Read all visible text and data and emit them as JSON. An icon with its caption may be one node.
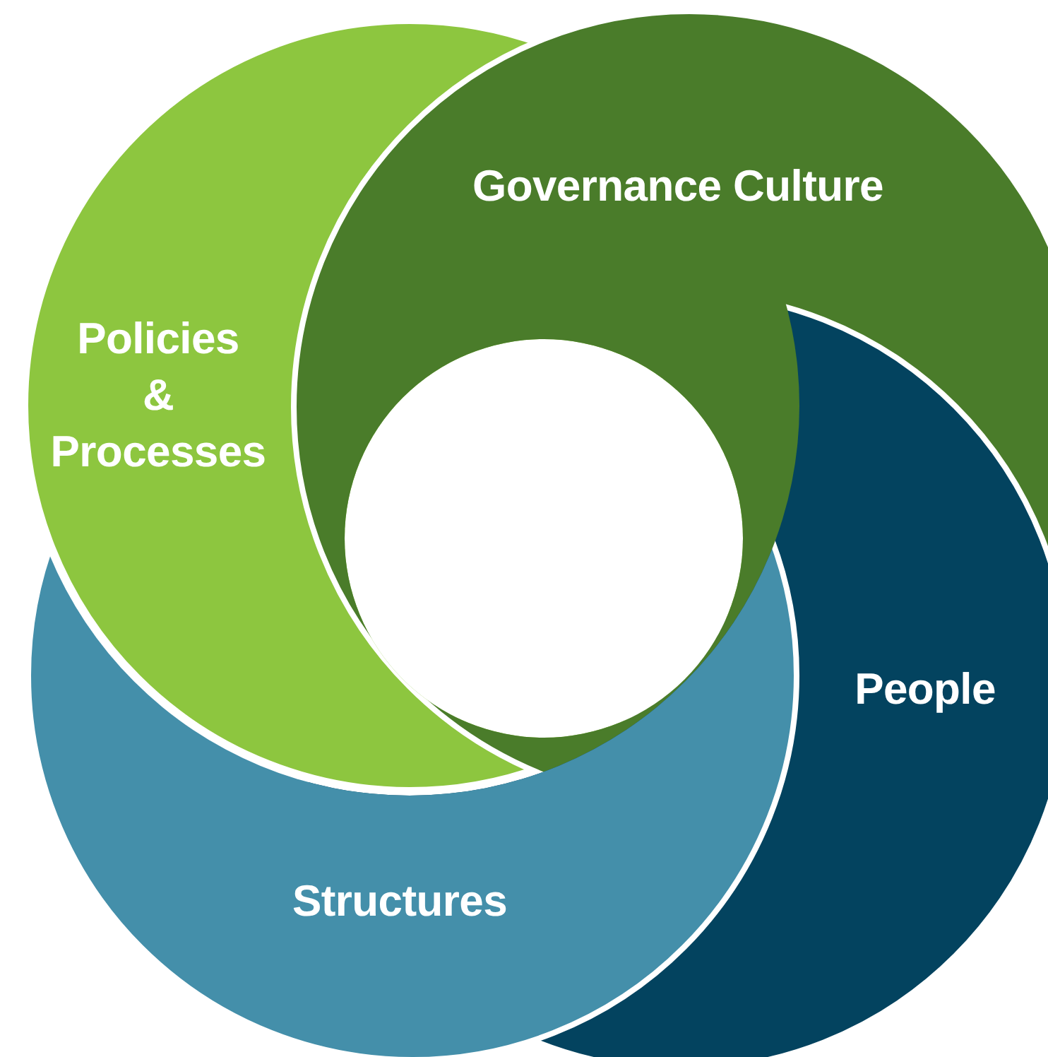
{
  "diagram": {
    "nodes": [
      {
        "text": [
          "Policies & Processes"
        ]
      },
      {
        "text": [
          "Governance Culture"
        ]
      },
      {
        "text": [
          "People"
        ]
      },
      {
        "text": [
          "Structures"
        ]
      }
    ]
  }
}
